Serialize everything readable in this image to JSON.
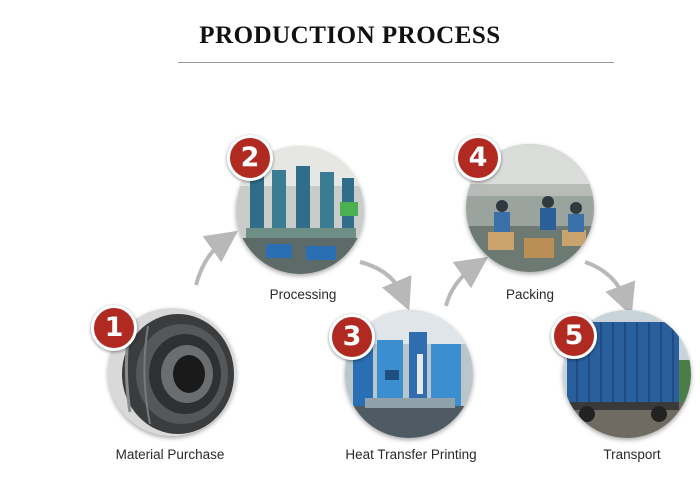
{
  "title": "PRODUCTION PROCESS",
  "colors": {
    "badge": "#b02a22",
    "arrow": "#b8b8b8",
    "title_rule": "#9a9a9a"
  },
  "steps": [
    {
      "number": "1",
      "label": "Material Purchase",
      "icon": "steel-coil-photo"
    },
    {
      "number": "2",
      "label": "Processing",
      "icon": "factory-machines-photo"
    },
    {
      "number": "3",
      "label": "Heat Transfer Printing",
      "icon": "printing-machine-photo"
    },
    {
      "number": "4",
      "label": "Packing",
      "icon": "packing-workers-photo"
    },
    {
      "number": "5",
      "label": "Transport",
      "icon": "shipping-container-truck-photo"
    }
  ]
}
